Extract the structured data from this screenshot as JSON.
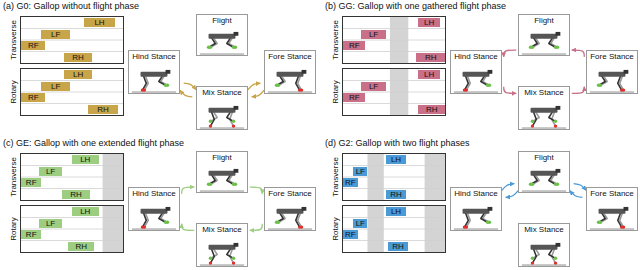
{
  "diagram": {
    "nodes": [
      {
        "text": [
          "Transverse"
        ]
      },
      {
        "text": [
          "LH"
        ],
        "in": 0
      },
      {
        "text": [
          "LF"
        ],
        "in": 0
      },
      {
        "text": [
          "RF"
        ],
        "in": 0
      },
      {
        "text": [
          "RH"
        ],
        "in": 0
      },
      {
        "text": [
          "Rotary"
        ]
      },
      {
        "text": [
          "LH"
        ],
        "in": 5
      },
      {
        "text": [
          "LF"
        ],
        "in": 5
      },
      {
        "text": [
          "RF"
        ],
        "in": 5
      },
      {
        "text": [
          "RH"
        ],
        "in": 5
      },
      {
        "text": [
          "Flight"
        ]
      },
      {
        "text": [
          "Hind Stance"
        ]
      },
      {
        "text": [
          "Mix Stance"
        ]
      },
      {
        "text": [
          "Fore Stance"
        ]
      },
      {
        "text": [
          "Transverse"
        ]
      },
      {
        "text": [
          "LH"
        ],
        "in": 14
      },
      {
        "text": [
          "LF"
        ],
        "in": 14
      },
      {
        "text": [
          "RF"
        ],
        "in": 14
      },
      {
        "text": [
          "RH"
        ],
        "in": 14
      },
      {
        "text": [
          "Rotary"
        ]
      },
      {
        "text": [
          "LH"
        ],
        "in": 19
      },
      {
        "text": [
          "LF"
        ],
        "in": 19
      },
      {
        "text": [
          "RF"
        ],
        "in": 19
      },
      {
        "text": [
          "RH"
        ],
        "in": 19
      },
      {
        "text": [
          "Flight"
        ]
      },
      {
        "text": [
          "Hind Stance"
        ]
      },
      {
        "text": [
          "Mix Stance"
        ]
      },
      {
        "text": [
          "Fore Stance"
        ]
      },
      {
        "text": [
          "Transverse"
        ]
      },
      {
        "text": [
          "LH"
        ],
        "in": 28
      },
      {
        "text": [
          "LF"
        ],
        "in": 28
      },
      {
        "text": [
          "RF"
        ],
        "in": 28
      },
      {
        "text": [
          "RH"
        ],
        "in": 28
      },
      {
        "text": [
          "Rotary"
        ]
      },
      {
        "text": [
          "LH"
        ],
        "in": 33
      },
      {
        "text": [
          "LF"
        ],
        "in": 33
      },
      {
        "text": [
          "RF"
        ],
        "in": 33
      },
      {
        "text": [
          "RH"
        ],
        "in": 33
      },
      {
        "text": [
          "Flight"
        ]
      },
      {
        "text": [
          "Hind Stance"
        ]
      },
      {
        "text": [
          "Mix Stance"
        ]
      },
      {
        "text": [
          "Fore Stance"
        ]
      },
      {
        "text": [
          "Transverse"
        ]
      },
      {
        "text": [
          "LH"
        ],
        "in": 42
      },
      {
        "text": [
          "LF"
        ],
        "in": 42
      },
      {
        "text": [
          "RF"
        ],
        "in": 42
      },
      {
        "text": [
          "RH"
        ],
        "in": 42
      },
      {
        "text": [
          "Rotary"
        ]
      },
      {
        "text": [
          "LH"
        ],
        "in": 47
      },
      {
        "text": [
          "LF"
        ],
        "in": 47
      },
      {
        "text": [
          "RF"
        ],
        "in": 47
      },
      {
        "text": [
          "RH"
        ],
        "in": 47
      },
      {
        "text": [
          "Flight"
        ]
      },
      {
        "text": [
          "Hind Stance"
        ]
      },
      {
        "text": [
          "Mix Stance"
        ]
      },
      {
        "text": [
          "Fore Stance"
        ]
      }
    ],
    "edges": [
      {
        "from": 11,
        "to": 12,
        "arrow": "to"
      },
      {
        "from": 12,
        "to": 13,
        "arrow": "to"
      },
      {
        "from": 13,
        "to": 12,
        "arrow": "to"
      },
      {
        "from": 12,
        "to": 11,
        "arrow": "to"
      },
      {
        "from": 27,
        "to": 24,
        "arrow": "to"
      },
      {
        "from": 24,
        "to": 25,
        "arrow": "to"
      },
      {
        "from": 25,
        "to": 26,
        "arrow": "to"
      },
      {
        "from": 26,
        "to": 27,
        "arrow": "to"
      },
      {
        "from": 39,
        "to": 38,
        "arrow": "to"
      },
      {
        "from": 38,
        "to": 41,
        "arrow": "to"
      },
      {
        "from": 41,
        "to": 40,
        "arrow": "to"
      },
      {
        "from": 40,
        "to": 39,
        "arrow": "to"
      },
      {
        "from": 53,
        "to": 52,
        "arrow": "to"
      },
      {
        "from": 52,
        "to": 55,
        "arrow": "to"
      },
      {
        "from": 55,
        "to": 52,
        "arrow": "to"
      },
      {
        "from": 52,
        "to": 53,
        "arrow": "to"
      }
    ],
    "labels": [
      "(a) G0: Gallop without flight phase",
      "(b) GG: Gallop with one gathered flight phase",
      "(c) GE: Gallop with one extended flight phase",
      "(d) G2: Gallop with two flight phases"
    ]
  }
}
